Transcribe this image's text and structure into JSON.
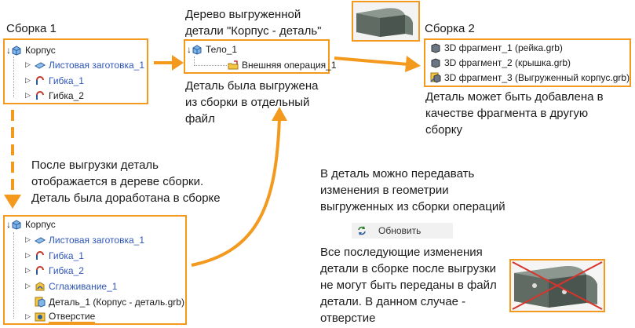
{
  "labels": {
    "asm1": "Сборка 1",
    "tree_title_1": "Дерево выгруженной",
    "tree_title_2": "детали \"Корпус - деталь\"",
    "asm2": "Сборка 2",
    "exported_1": "Деталь была выгружена",
    "exported_2": "из сборки в отдельный",
    "exported_3": "файл",
    "fragment_1": "Деталь может быть добавлена в",
    "fragment_2": "качестве фрагмента в другую",
    "fragment_3": "сборку",
    "after_1": "После выгрузки деталь",
    "after_2": "отображается   в дереве сборки.",
    "after_3": "Деталь была доработана в сборке",
    "transfer_1": "В деталь можно передавать",
    "transfer_2": "изменения в геометрии",
    "transfer_3": "выгруженных из сборки операций",
    "later_1": "Все последующие изменения",
    "later_2": "детали в сборке после выгрузки",
    "later_3": "не могут  быть переданы в файл",
    "later_4": "детали. В данном случае -",
    "later_5": "отверстие"
  },
  "tree1": {
    "root": "Корпус",
    "items": [
      "Листовая заготовка_1",
      "Гибка_1",
      "Гибка_2"
    ]
  },
  "tree_part": {
    "root": "Тело_1",
    "items": [
      "Внешняя операция_1"
    ]
  },
  "tree2": {
    "items": [
      "3D фрагмент_1 (рейка.grb)",
      "3D фрагмент_2 (крышка.grb)",
      "3D фрагмент_3 (Выгруженный корпус.grb)"
    ]
  },
  "tree3": {
    "root": "Корпус",
    "items": [
      "Листовая заготовка_1",
      "Гибка_1",
      "Гибка_2",
      "Сглаживание_1",
      "Деталь_1 (Корпус - деталь.grb)",
      "Отверстие"
    ]
  },
  "update_button": "Обновить",
  "colors": {
    "accent": "#f39a1e",
    "link": "#2f56b8"
  }
}
